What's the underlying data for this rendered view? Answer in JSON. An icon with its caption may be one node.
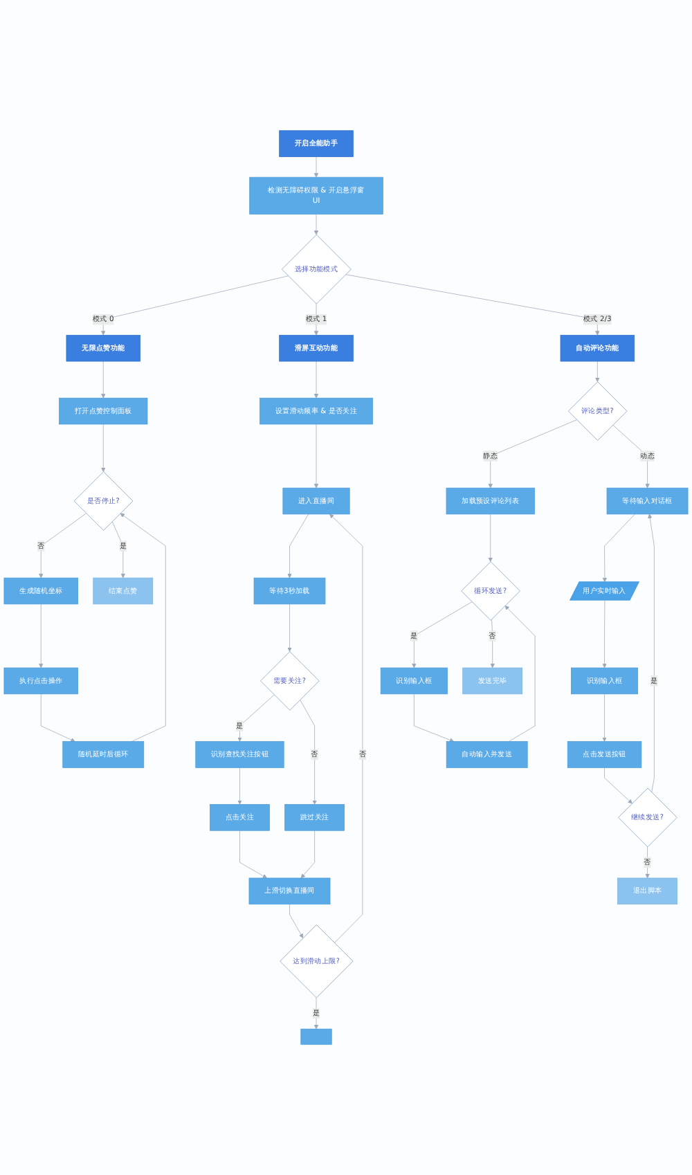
{
  "diagram": {
    "nodes": [
      {
        "text": [
          "开启全能助手"
        ]
      },
      {
        "text": [
          "检测无障碍权限 & 开启悬浮窗UI"
        ]
      },
      {
        "text": [
          "选择功能模式"
        ]
      },
      {
        "text": [
          "无限点赞功能"
        ]
      },
      {
        "text": [
          "打开点赞控制面板"
        ]
      },
      {
        "text": [
          "是否停止?"
        ]
      },
      {
        "text": [
          "生成随机坐标"
        ]
      },
      {
        "text": [
          "执行点击操作"
        ]
      },
      {
        "text": [
          "随机延时后循环"
        ]
      },
      {
        "text": [
          "结束点赞"
        ]
      },
      {
        "text": [
          "滑屏互动功能"
        ]
      },
      {
        "text": [
          "设置滑动频率 & 是否关注"
        ]
      },
      {
        "text": [
          "进入直播间"
        ]
      },
      {
        "text": [
          "等待3秒加载"
        ]
      },
      {
        "text": [
          "需要关注?"
        ]
      },
      {
        "text": [
          "识别查找关注按钮"
        ]
      },
      {
        "text": [
          "点击关注"
        ]
      },
      {
        "text": [
          "跳过关注"
        ]
      },
      {
        "text": [
          "上滑切换直播间"
        ]
      },
      {
        "text": [
          "达到滑动上限?"
        ]
      },
      {
        "text": [],
        "shape": "box"
      },
      {
        "text": [
          "自动评论功能"
        ]
      },
      {
        "text": [
          "评论类型?"
        ]
      },
      {
        "text": [
          "加载预设评论列表"
        ]
      },
      {
        "text": [
          "循环发送?"
        ]
      },
      {
        "text": [
          "识别输入框"
        ]
      },
      {
        "text": [
          "发送完毕"
        ]
      },
      {
        "text": [
          "自动输入并发送"
        ]
      },
      {
        "text": [
          "等待输入对话框"
        ]
      },
      {
        "text": [
          "用户实时输入"
        ]
      },
      {
        "text": [
          "识别输入框"
        ]
      },
      {
        "text": [
          "点击发送按钮"
        ]
      },
      {
        "text": [
          "继续发送?"
        ]
      },
      {
        "text": [
          "退出脚本"
        ]
      }
    ],
    "edges": [
      {
        "from": 0,
        "to": 1,
        "arrow": "to"
      },
      {
        "from": 1,
        "to": 2,
        "arrow": "to"
      },
      {
        "from": 2,
        "to": 3,
        "arrow": "to",
        "label": "模式 0"
      },
      {
        "from": 2,
        "to": 10,
        "arrow": "to",
        "label": "模式 1"
      },
      {
        "from": 2,
        "to": 21,
        "arrow": "to",
        "label": "模式 2/3"
      },
      {
        "from": 3,
        "to": 4,
        "arrow": "to"
      },
      {
        "from": 4,
        "to": 5,
        "arrow": "to"
      },
      {
        "from": 5,
        "to": 6,
        "arrow": "to",
        "label": "否"
      },
      {
        "from": 5,
        "to": 9,
        "arrow": "to",
        "label": "是"
      },
      {
        "from": 6,
        "to": 7,
        "arrow": "to"
      },
      {
        "from": 7,
        "to": 8,
        "arrow": "to"
      },
      {
        "from": 8,
        "to": 5,
        "arrow": "to"
      },
      {
        "from": 10,
        "to": 11,
        "arrow": "to"
      },
      {
        "from": 11,
        "to": 12,
        "arrow": "to"
      },
      {
        "from": 12,
        "to": 13,
        "arrow": "to"
      },
      {
        "from": 13,
        "to": 14,
        "arrow": "to"
      },
      {
        "from": 14,
        "to": 15,
        "arrow": "to",
        "label": "是"
      },
      {
        "from": 14,
        "to": 17,
        "arrow": "to",
        "label": "否"
      },
      {
        "from": 15,
        "to": 16,
        "arrow": "to"
      },
      {
        "from": 16,
        "to": 18,
        "arrow": "to"
      },
      {
        "from": 17,
        "to": 18,
        "arrow": "to"
      },
      {
        "from": 18,
        "to": 19,
        "arrow": "to"
      },
      {
        "from": 19,
        "to": 12,
        "arrow": "to",
        "label": "否"
      },
      {
        "from": 19,
        "to": 20,
        "arrow": "to",
        "label": "是"
      },
      {
        "from": 21,
        "to": 22,
        "arrow": "to"
      },
      {
        "from": 22,
        "to": 23,
        "arrow": "to",
        "label": "静态"
      },
      {
        "from": 22,
        "to": 28,
        "arrow": "to",
        "label": "动态"
      },
      {
        "from": 23,
        "to": 24,
        "arrow": "to"
      },
      {
        "from": 24,
        "to": 25,
        "arrow": "to",
        "label": "是"
      },
      {
        "from": 24,
        "to": 26,
        "arrow": "to",
        "label": "否"
      },
      {
        "from": 25,
        "to": 27,
        "arrow": "to"
      },
      {
        "from": 27,
        "to": 24,
        "arrow": "to"
      },
      {
        "from": 28,
        "to": 29,
        "arrow": "to"
      },
      {
        "from": 29,
        "to": 30,
        "arrow": "to"
      },
      {
        "from": 30,
        "to": 31,
        "arrow": "to"
      },
      {
        "from": 31,
        "to": 32,
        "arrow": "to"
      },
      {
        "from": 32,
        "to": 28,
        "arrow": "to",
        "label": "是"
      },
      {
        "from": 32,
        "to": 33,
        "arrow": "to",
        "label": "否"
      }
    ]
  }
}
